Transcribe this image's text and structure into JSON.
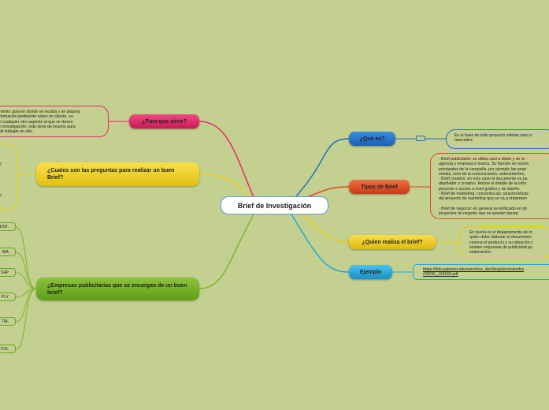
{
  "center": {
    "label": "Brief de Investigación"
  },
  "right": {
    "que_es": {
      "label": "¿Qué es?",
      "note": "Es la base de todo proyecto exitoso para ir\nmercados."
    },
    "tipos": {
      "label": "Tipos de Brief",
      "note": "- Brief publicitario: se utiliza casi a diario y se re\nagencia y empresa o marca. Su función es resum\nprincipales de la campaña, por ejemplo las propi\nventas, tono de la comunicación, antecedentes, \n- Brief creativo: en este caso el documento es pa\ndiseñador o creativo. Reúne el detalle de la infor\nproyecto o acción a nivel gráfico y de diseño.\n- Brief de marketing: concentra las características\ndel proyecto de marketing que se va a implemen\n\n- Brief de negocio: en general se enfocado en de\nproyectos de negocio que se quieren lanzar."
    },
    "quien": {
      "label": "¿Quien realiza el brief?",
      "note": "En teoría es el departamento de m\nquién debe elaborar el documento \nconoce el producto y su situación c\nexisten empresas de publicidad qu\nelaboración."
    },
    "ejemplo": {
      "label": "Ejemplo",
      "link": "https://fido.palermo.edu/servicios_dyc/blog/docentes/tra\n/38236_133169.pdf"
    }
  },
  "left": {
    "para_que": {
      "label": "¿Para que sirve?",
      "note": "mento guía en donde se recaba y se plasma\nformación pertinente sobre un cliente, su\no cualquier otro aspecto al que se desea\no investigación, este sirve de insumo para\n de trabajar en ello."
    },
    "preguntas": {
      "label": "¿Cuales son las preguntas para realizar un buen Brief?",
      "note": "?\n\n\n\n\n?"
    },
    "empresas": {
      "label": "¿Empresas publicitarias que se encargan de un buen brief?",
      "items": [
        "ENT.",
        "BIA",
        "SAP",
        "PLY",
        "TAL",
        "COL"
      ]
    }
  },
  "colors": {
    "background": "#c3d08f",
    "blue": "#1f78c8",
    "orange": "#e8502a",
    "yellow": "#f0d21a",
    "cyan": "#1ea9e0",
    "pink": "#e8286a",
    "green": "#7cb52a"
  }
}
